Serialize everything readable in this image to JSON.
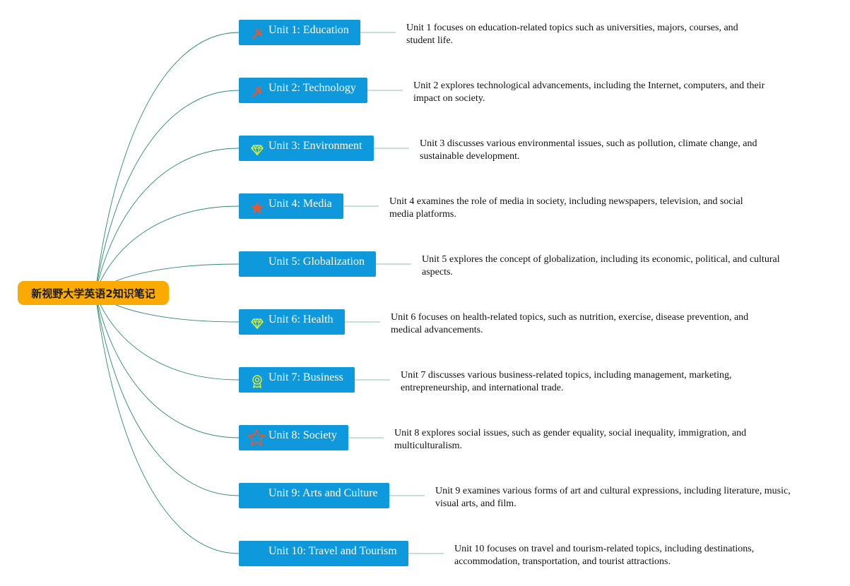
{
  "root": {
    "title": "新视野大学英语2知识笔记"
  },
  "units": [
    {
      "title": "Unit 1: Education",
      "icon": "hammer-icon",
      "description": "Unit 1 focuses on education-related topics such as universities, majors, courses, and student life."
    },
    {
      "title": "Unit 2: Technology",
      "icon": "hammer-icon",
      "description": "Unit 2 explores technological advancements, including the Internet, computers, and their impact on society."
    },
    {
      "title": "Unit 3: Environment",
      "icon": "diamond-icon",
      "description": "Unit 3 discusses various environmental issues, such as pollution, climate change, and sustainable development."
    },
    {
      "title": "Unit 4: Media",
      "icon": "star-filled-icon",
      "description": "Unit 4 examines the role of media in society, including newspapers, television, and social media platforms."
    },
    {
      "title": "Unit 5: Globalization",
      "icon": "none",
      "description": "Unit 5 explores the concept of globalization, including its economic, political, and cultural aspects."
    },
    {
      "title": "Unit 6: Health",
      "icon": "diamond-icon",
      "description": "Unit 6 focuses on health-related topics, such as nutrition, exercise, disease prevention, and medical advancements."
    },
    {
      "title": "Unit 7: Business",
      "icon": "award-icon",
      "description": "Unit 7 discusses various business-related topics, including management, marketing, entrepreneurship, and international trade."
    },
    {
      "title": "Unit 8: Society",
      "icon": "star-outline-icon",
      "description": "Unit 8 explores social issues, such as gender equality, social inequality, immigration, and multiculturalism."
    },
    {
      "title": "Unit 9: Arts and Culture",
      "icon": "none",
      "description": "Unit 9 examines various forms of art and cultural expressions, including literature, music, visual arts, and film."
    },
    {
      "title": "Unit 10: Travel and Tourism",
      "icon": "none",
      "description": "Unit 10 focuses on travel and tourism-related topics, including destinations, accommodation, transportation, and tourist attractions."
    }
  ],
  "colors": {
    "root_fill": "#fbaa00",
    "node_fill": "#0d99dc",
    "node_text": "#ffffff",
    "connector": "#2e8b6e",
    "hammer_icon": "#e05a3a",
    "diamond_icon": "#d4ee3a",
    "star_filled_icon": "#e05a3a",
    "award_icon": "#d4ee3a",
    "star_outline_icon": "#e05a3a"
  }
}
